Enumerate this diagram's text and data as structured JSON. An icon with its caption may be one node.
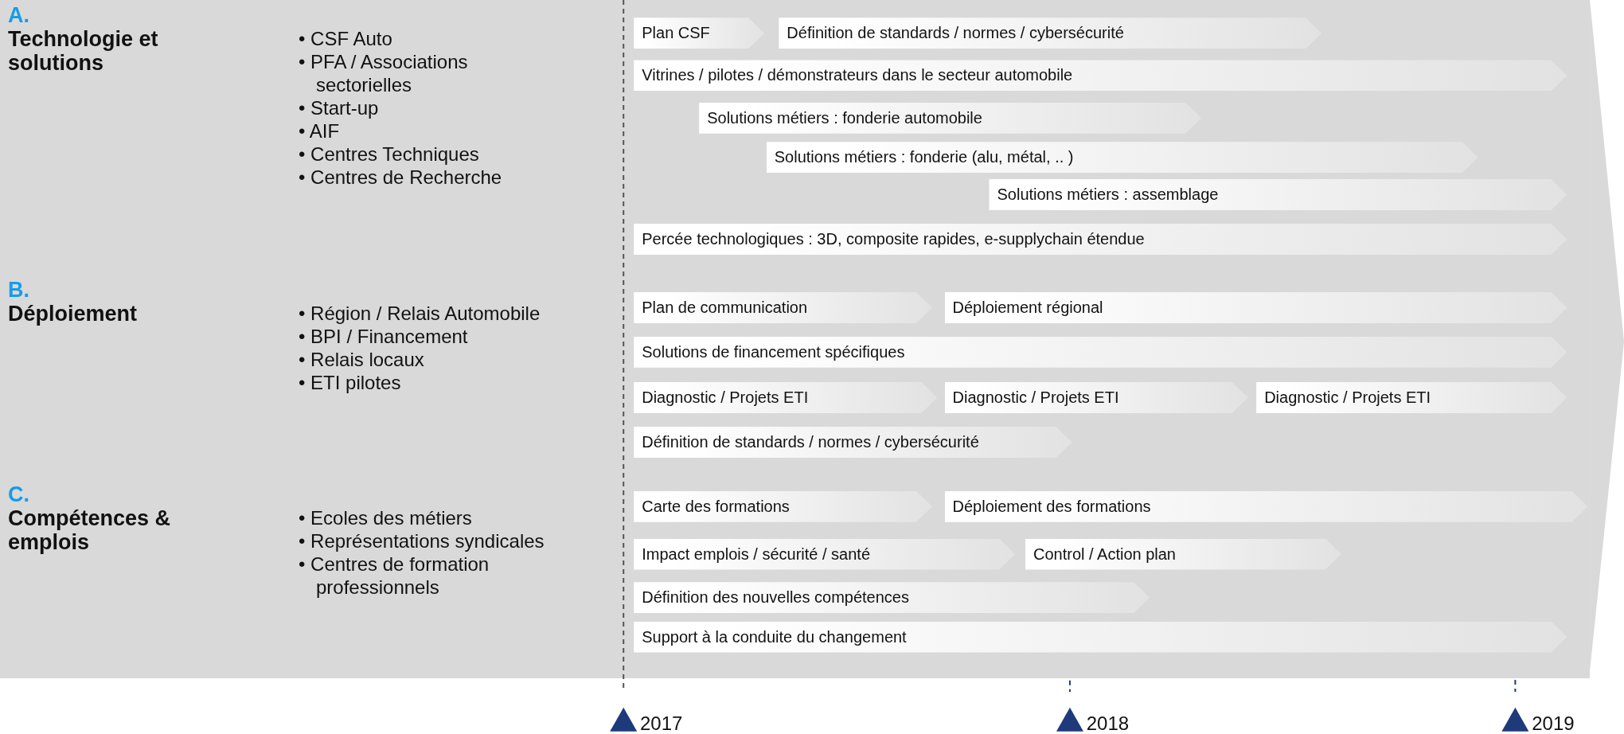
{
  "diagram": {
    "nodes": [
      {
        "text": [
          "A.",
          "Technologie et solutions",
          "• CSF Auto",
          "• PFA / Associations sectorielles",
          "• Start-up",
          "• AIF",
          "• Centres Techniques",
          "• Centres de Recherche"
        ]
      },
      {
        "text": [
          "Plan CSF"
        ],
        "in": 0
      },
      {
        "text": [
          "Définition de standards / normes / cybersécurité"
        ],
        "in": 0
      },
      {
        "text": [
          "Vitrines / pilotes / démonstrateurs dans le secteur automobile"
        ],
        "in": 0
      },
      {
        "text": [
          "Solutions métiers : fonderie automobile"
        ],
        "in": 0
      },
      {
        "text": [
          "Solutions métiers : fonderie (alu, métal, .. )"
        ],
        "in": 0
      },
      {
        "text": [
          "Solutions métiers : assemblage"
        ],
        "in": 0
      },
      {
        "text": [
          "Percée technologiques : 3D, composite rapides, e-supplychain étendue"
        ],
        "in": 0
      },
      {
        "text": [
          "B.",
          "Déploiement",
          "• Région / Relais Automobile",
          "• BPI / Financement",
          "• Relais locaux",
          "• ETI pilotes"
        ]
      },
      {
        "text": [
          "Plan de communication"
        ],
        "in": 8
      },
      {
        "text": [
          "Déploiement régional"
        ],
        "in": 8
      },
      {
        "text": [
          "Solutions de financement spécifiques"
        ],
        "in": 8
      },
      {
        "text": [
          "Diagnostic / Projets ETI"
        ],
        "in": 8
      },
      {
        "text": [
          "Diagnostic / Projets ETI"
        ],
        "in": 8
      },
      {
        "text": [
          "Diagnostic / Projets ETI"
        ],
        "in": 8
      },
      {
        "text": [
          "Définition de standards / normes / cybersécurité"
        ],
        "in": 8
      },
      {
        "text": [
          "C.",
          "Compétences & emplois",
          "• Ecoles des métiers",
          "• Représentations syndicales",
          "• Centres de formation professionnels"
        ]
      },
      {
        "text": [
          "Carte des formations"
        ],
        "in": 16
      },
      {
        "text": [
          "Déploiement des formations"
        ],
        "in": 16
      },
      {
        "text": [
          "Impact emplois / sécurité / santé"
        ],
        "in": 16
      },
      {
        "text": [
          "Control / Action plan"
        ],
        "in": 16
      },
      {
        "text": [
          "Définition des nouvelles compétences"
        ],
        "in": 16
      },
      {
        "text": [
          "Support à la conduite du changement"
        ],
        "in": 16
      }
    ],
    "labels": [
      "2017",
      "2018",
      "2019"
    ]
  }
}
